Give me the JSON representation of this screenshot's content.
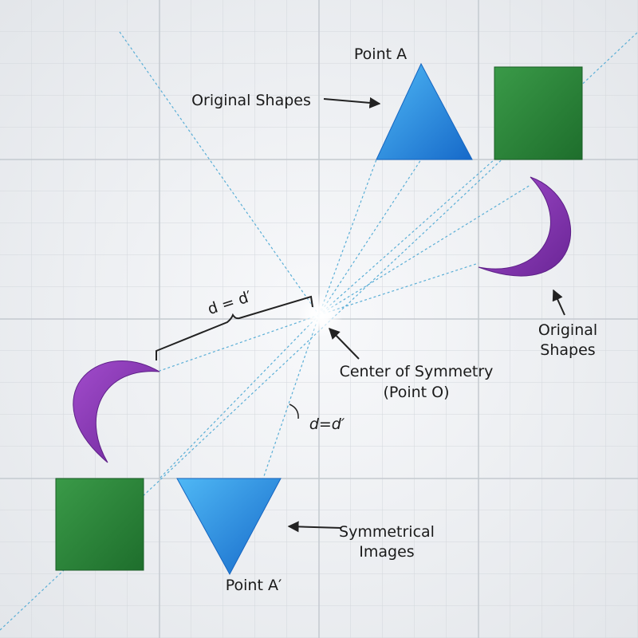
{
  "labels": {
    "point_a": "Point A",
    "original_shapes_top": "Original Shapes",
    "original_shapes_right_1": "Original",
    "original_shapes_right_2": "Shapes",
    "center_1": "Center of Symmetry",
    "center_2": "(Point O)",
    "distance_brace": "d = d′",
    "distance_small": "d=d′",
    "symmetrical_1": "Symmetrical",
    "symmetrical_2": "Images",
    "point_a_prime": "Point A′"
  },
  "colors": {
    "triangle": "#1f8fe0",
    "square": "#2e8b3e",
    "moon": "#8e3fb5",
    "guide": "#5aaed6"
  }
}
